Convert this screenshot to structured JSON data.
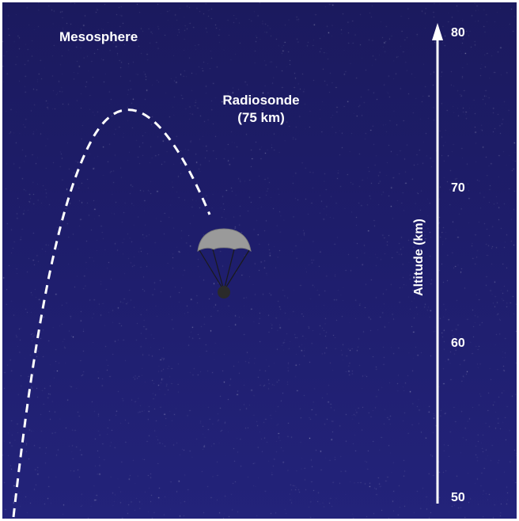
{
  "region": {
    "label": "Mesosphere"
  },
  "probe": {
    "name": "Radiosonde",
    "altitude_text": "(75 km)"
  },
  "axis": {
    "title": "Altitude (km)",
    "ticks": [
      "80",
      "70",
      "60",
      "50"
    ]
  },
  "colors": {
    "sky_top": "#1b1a5e",
    "sky_bottom": "#23237a",
    "path": "#ffffff",
    "canopy": "#9a9a9a",
    "payload": "#2a2a2a"
  },
  "icons": {
    "probe": "parachute-icon",
    "axis": "arrow-up-icon"
  }
}
